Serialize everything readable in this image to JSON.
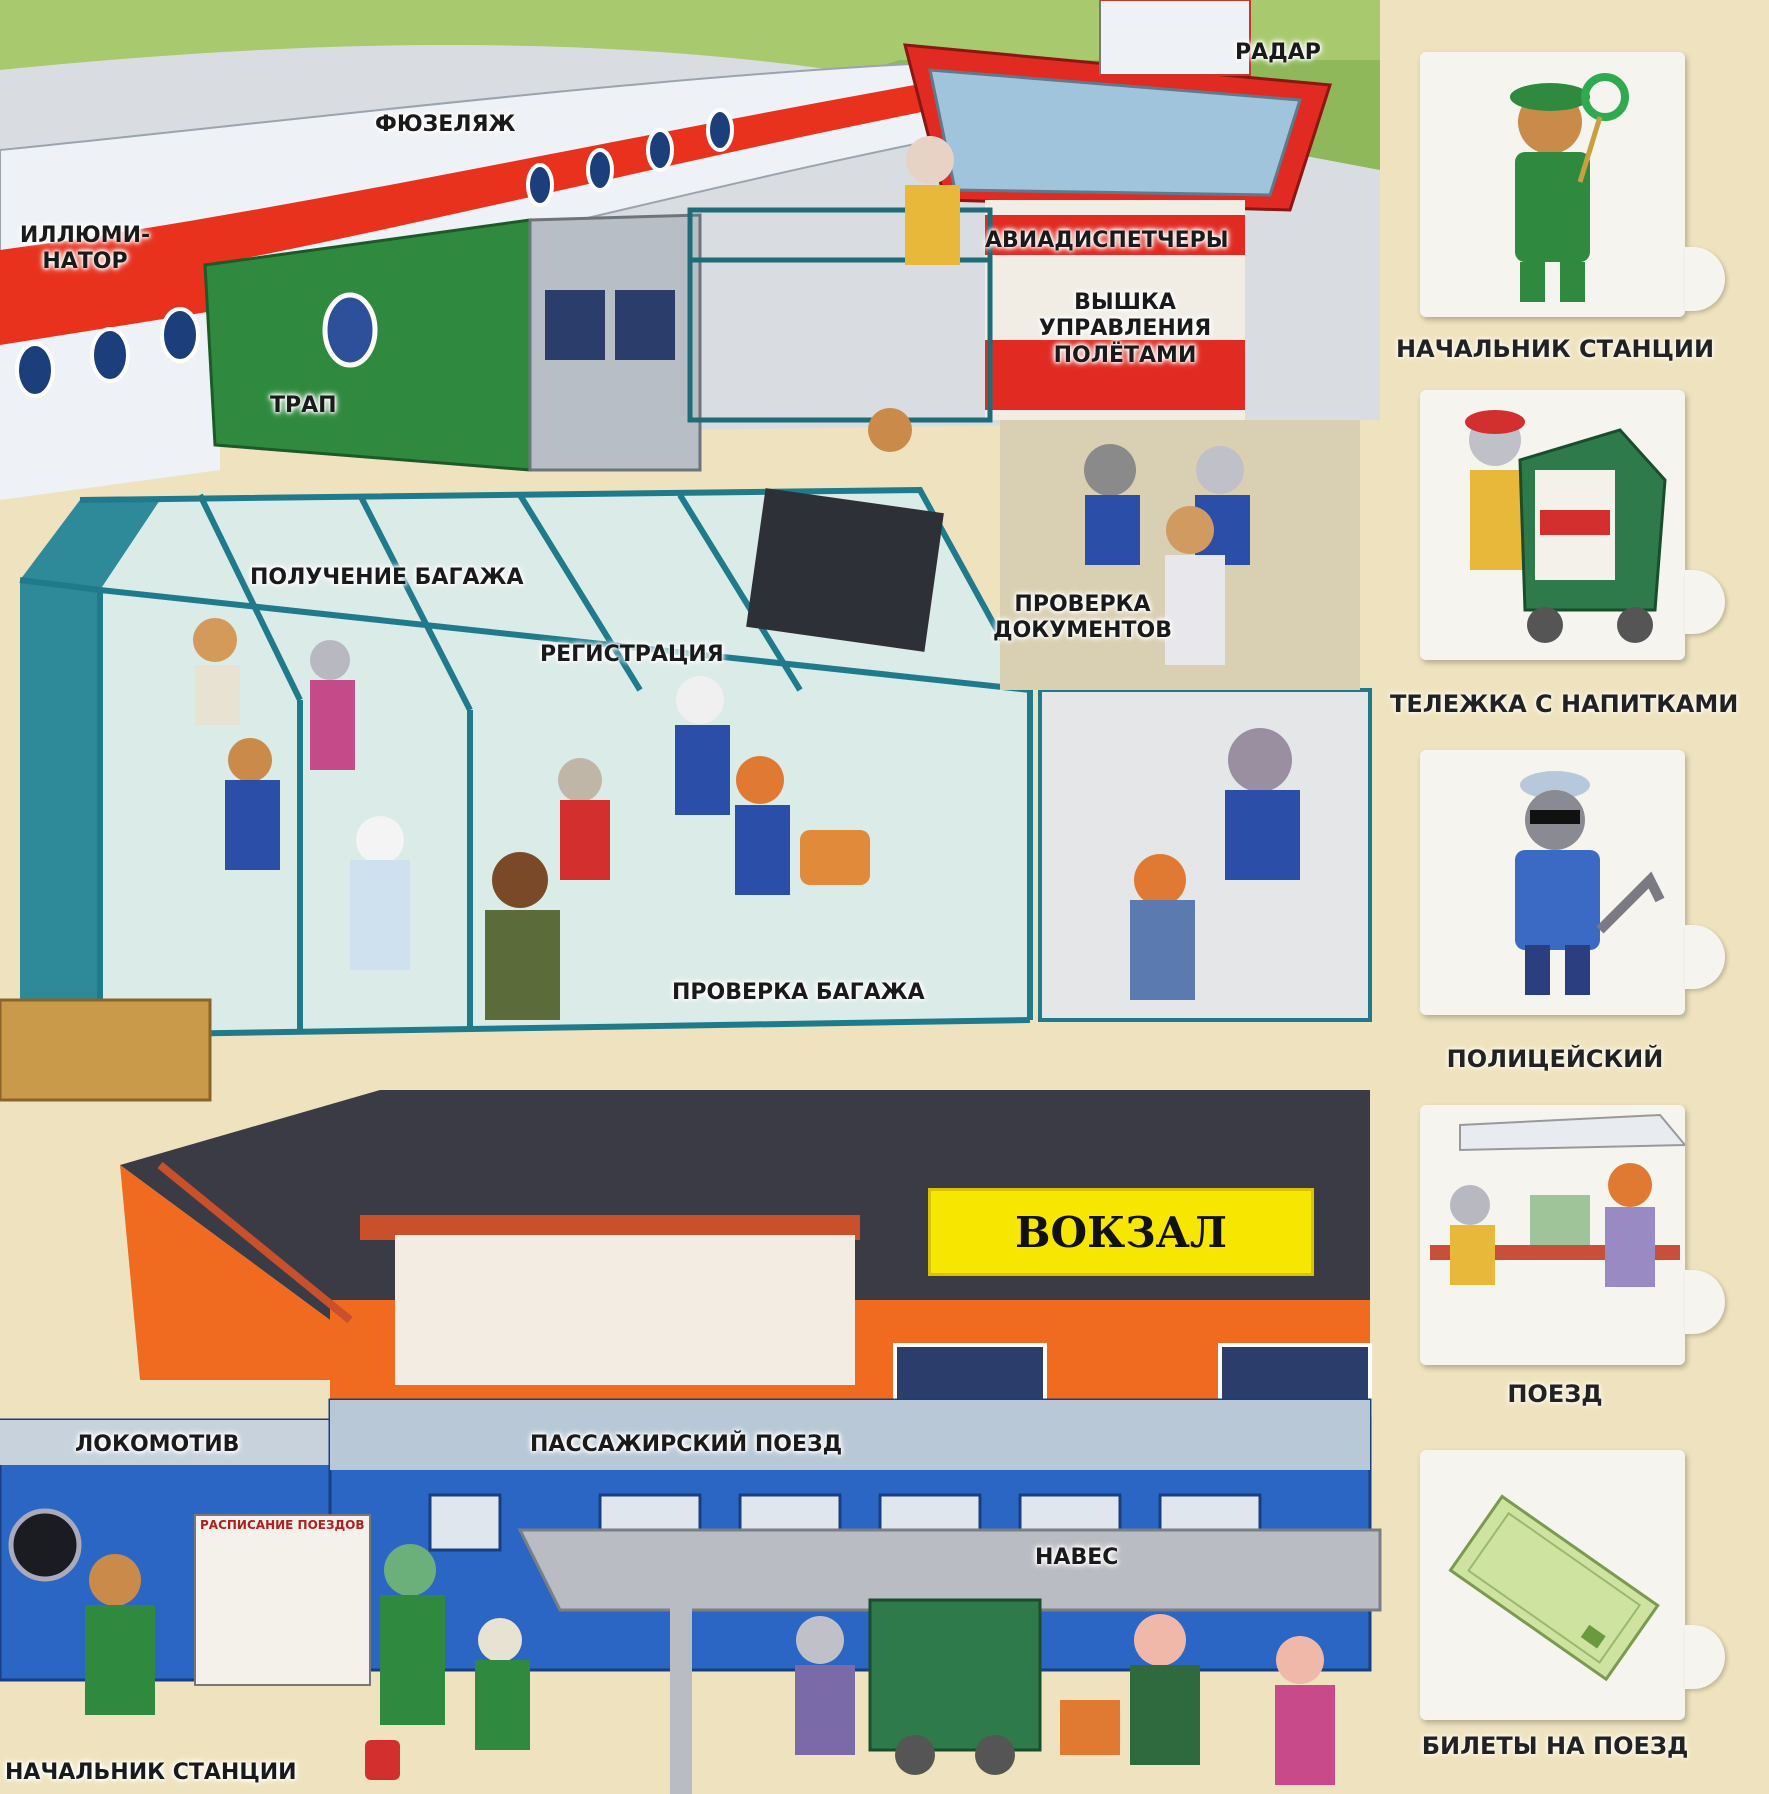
{
  "scene_labels": {
    "fuselage": "ФЮЗЕЛЯЖ",
    "radar": "РАДАР",
    "porthole": "ИЛЛЮМИ-НАТОР",
    "dispatchers": "АВИАДИСПЕТЧЕРЫ",
    "tower": "ВЫШКА УПРАВЛЕНИЯ ПОЛЁТАМИ",
    "gangway": "ТРАП",
    "baggage_claim": "ПОЛУЧЕНИЕ БАГАЖА",
    "registration": "РЕГИСТРАЦИЯ",
    "document_check": "ПРОВЕРКА ДОКУМЕНТОВ",
    "baggage_check": "ПРОВЕРКА БАГАЖА",
    "station_sign": "ВОКЗАЛ",
    "locomotive": "ЛОКОМОТИВ",
    "passenger_train": "ПАССАЖИРСКИЙ ПОЕЗД",
    "canopy": "НАВЕС",
    "station_master": "НАЧАЛЬНИК СТАНЦИИ",
    "timetable": "РАСПИСАНИЕ ПОЕЗДОВ"
  },
  "cards": [
    {
      "label": "НАЧАЛЬНИК СТАНЦИИ",
      "icon": "station-master-icon"
    },
    {
      "label": "ТЕЛЕЖКА С НАПИТКАМИ",
      "icon": "drinks-cart-icon"
    },
    {
      "label": "ПОЛИЦЕЙСКИЙ",
      "icon": "policeman-icon"
    },
    {
      "label": "ПОЕЗД",
      "icon": "train-icon"
    },
    {
      "label": "БИЛЕТЫ НА ПОЕЗД",
      "icon": "train-tickets-icon"
    }
  ],
  "colors": {
    "background": "#efe3bf",
    "fuselage_stripe": "#e8321e",
    "gangway": "#2f8a3f",
    "tower_roof": "#e02a22",
    "terminal_glass": "#1f7a8c",
    "roof_tiles": "#3b3b45",
    "station_wall": "#f06a1f",
    "station_sign": "#f7e600",
    "train": "#2b66c4",
    "canopy": "#b9bcc2"
  }
}
